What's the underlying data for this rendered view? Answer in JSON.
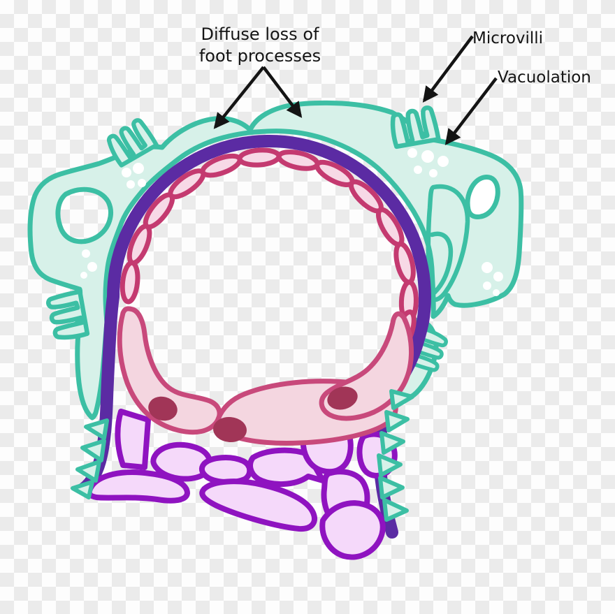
{
  "diagram": {
    "labels": {
      "diffuse_loss_line1": "Diffuse loss of",
      "diffuse_loss_line2": "foot processes",
      "microvilli": "Microvilli",
      "vacuolation": "Vacuolation"
    },
    "colors": {
      "checker_light": "#fdfdfd",
      "checker_dark": "#ebebeb",
      "ink": "#141414",
      "podocyte_stroke": "#3cbfa4",
      "podocyte_fill": "#d7f1e9",
      "membrane": "#5b2ba3",
      "fenestration_stroke": "#c43a70",
      "fenestration_fill": "#f7d9e6",
      "endothelium_stroke": "#c8497b",
      "endothelium_fill": "#f4d6e0",
      "nucleus": "#a13557",
      "mesangium_stroke": "#8f13c0",
      "mesangium_fill": "#f5d9fa",
      "vacuole": "#ffffff"
    }
  }
}
